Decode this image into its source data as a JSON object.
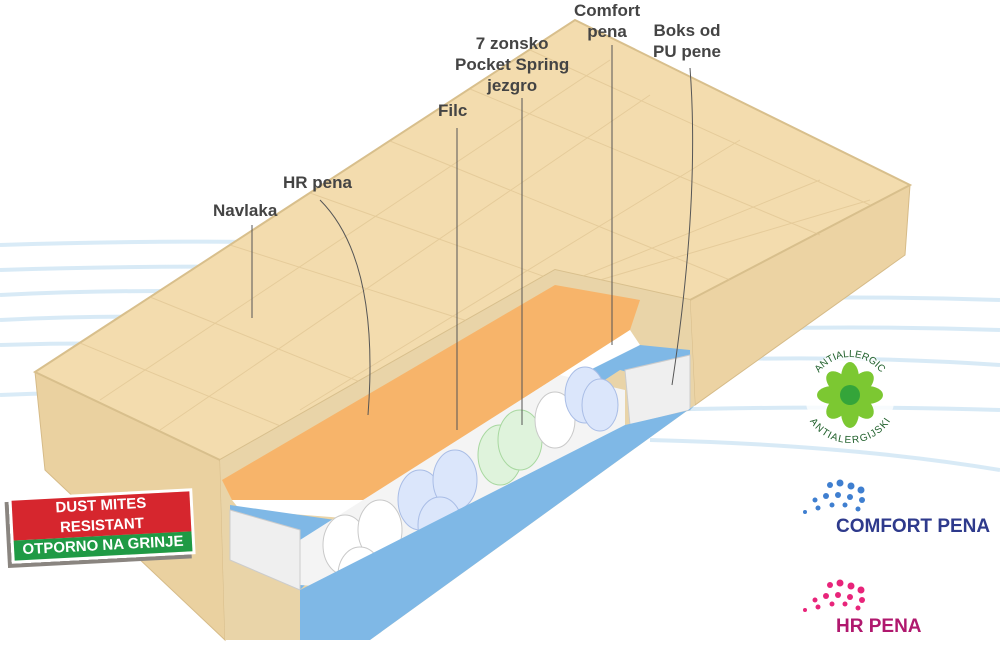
{
  "labels": {
    "navlaka": "Navlaka",
    "hr_pena": "HR pena",
    "filc": "Filc",
    "pocket_spring": "7 zonsko\nPocket Spring\njezgro",
    "comfort_pena": "Comfort\npena",
    "boks": "Boks od\nPU pene"
  },
  "badge": {
    "line1": "DUST MITES RESISTANT",
    "line2": "OTPORNO NA GRINJE"
  },
  "logos": {
    "antiallergic_top": "ANTIALLERGIC",
    "antiallergic_bottom": "ANTIALERGIJSKI",
    "comfort": "COMFORT PENA",
    "hr": "HR PENA"
  },
  "colors": {
    "mattress": "#f3dcae",
    "foam_blue": "#7fb8e6",
    "foam_orange": "#f7b46a",
    "badge_red": "#d6262e",
    "badge_green": "#1f9a45",
    "comfort_blue": "#2e3a8c",
    "hr_pink": "#b0186e"
  }
}
